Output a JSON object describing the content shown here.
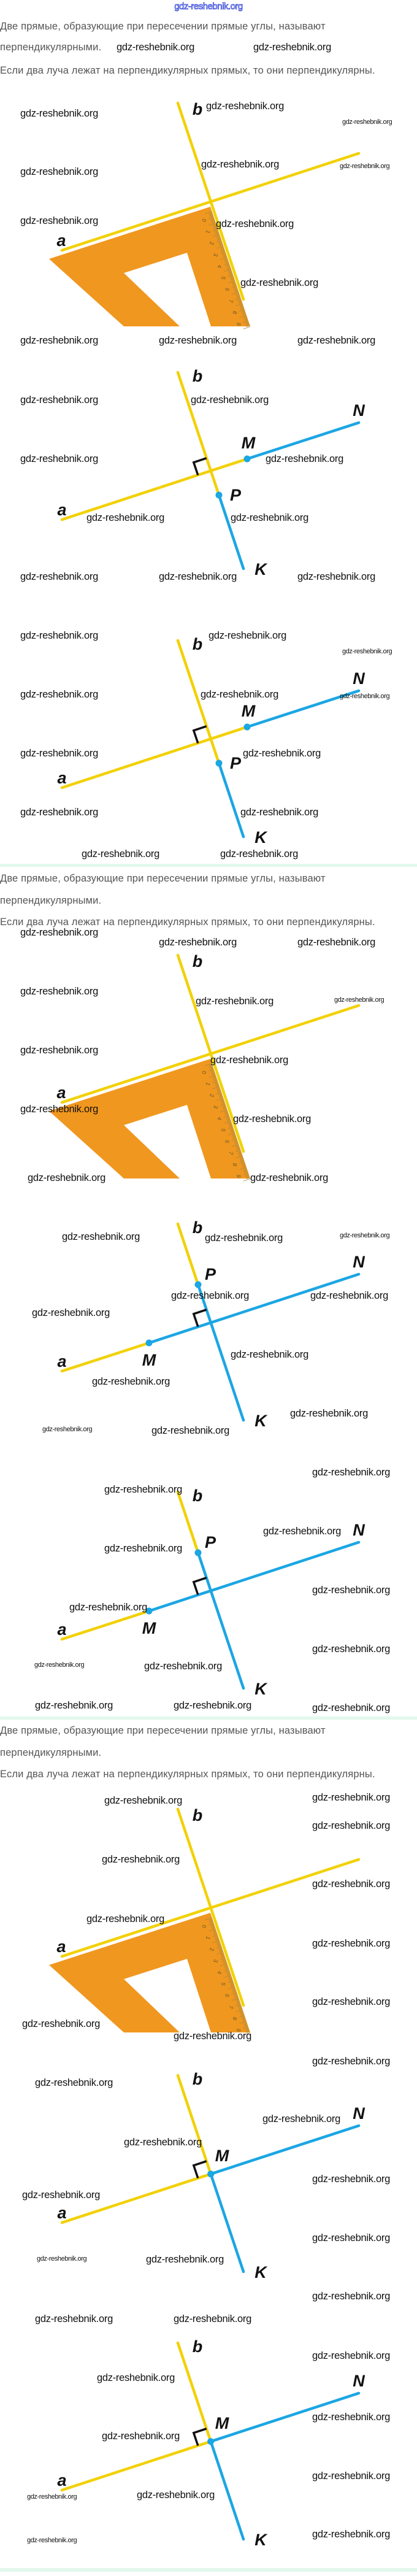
{
  "header": {
    "site_logo_text": "gdz-reshebnik.org"
  },
  "watermark": "gdz-reshebnik.org",
  "colors": {
    "line_yellow": "#f2d106",
    "ray_blue": "#1ba6e4",
    "set_square_orange": "#f0971f",
    "ruler_brown": "#a98a3a",
    "text_grey": "#555555",
    "separator_green": "#e2f8ee"
  },
  "sections": [
    {
      "line1": "Две прямые, образующие при пересечении прямые углы, называют",
      "line2": "перпендикулярными.",
      "line3": "Если два луча лежат на перпендикулярных прямых, то они перпендикулярны."
    },
    {
      "line1": "Две прямые, образующие при пересечении прямые углы, называют",
      "line2": "перпендикулярными.",
      "line3": "Если два луча лежат на перпендикулярных прямых, то они перпендикулярны."
    },
    {
      "line1": "Две прямые, образующие при пересечении прямые углы, называют",
      "line2": "перпендикулярными.",
      "line3": "Если два луча лежат на перпендикулярных прямых, то они перпендикулярны."
    }
  ],
  "labels": {
    "a": "a",
    "b": "b",
    "M": "M",
    "N": "N",
    "P": "P",
    "K": "K"
  },
  "ruler_numbers": [
    "0",
    "1",
    "2",
    "3",
    "4",
    "5",
    "6",
    "7",
    "8",
    "9"
  ]
}
